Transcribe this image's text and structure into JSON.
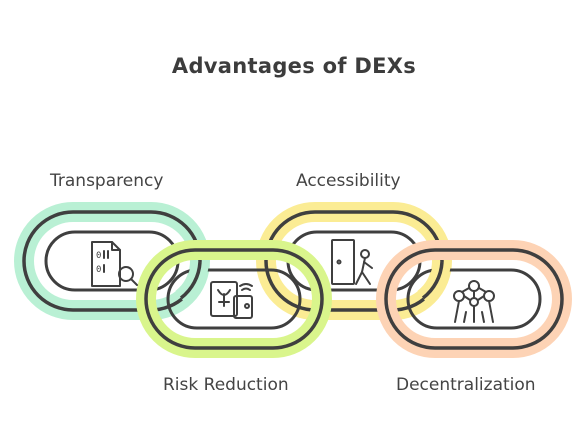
{
  "title": "Advantages of DEXs",
  "links": [
    {
      "label": "Transparency",
      "icon": "binary-file-search-icon",
      "color": "#b9f0d4"
    },
    {
      "label": "Risk Reduction",
      "icon": "hedge-wallet-icon",
      "color": "#d9f58c"
    },
    {
      "label": "Accessibility",
      "icon": "person-entering-door-icon",
      "color": "#fbec94"
    },
    {
      "label": "Decentralization",
      "icon": "network-structure-icon",
      "color": "#fdd3b5"
    }
  ],
  "colors": {
    "outline": "#3f3f3f",
    "text": "#444444"
  }
}
